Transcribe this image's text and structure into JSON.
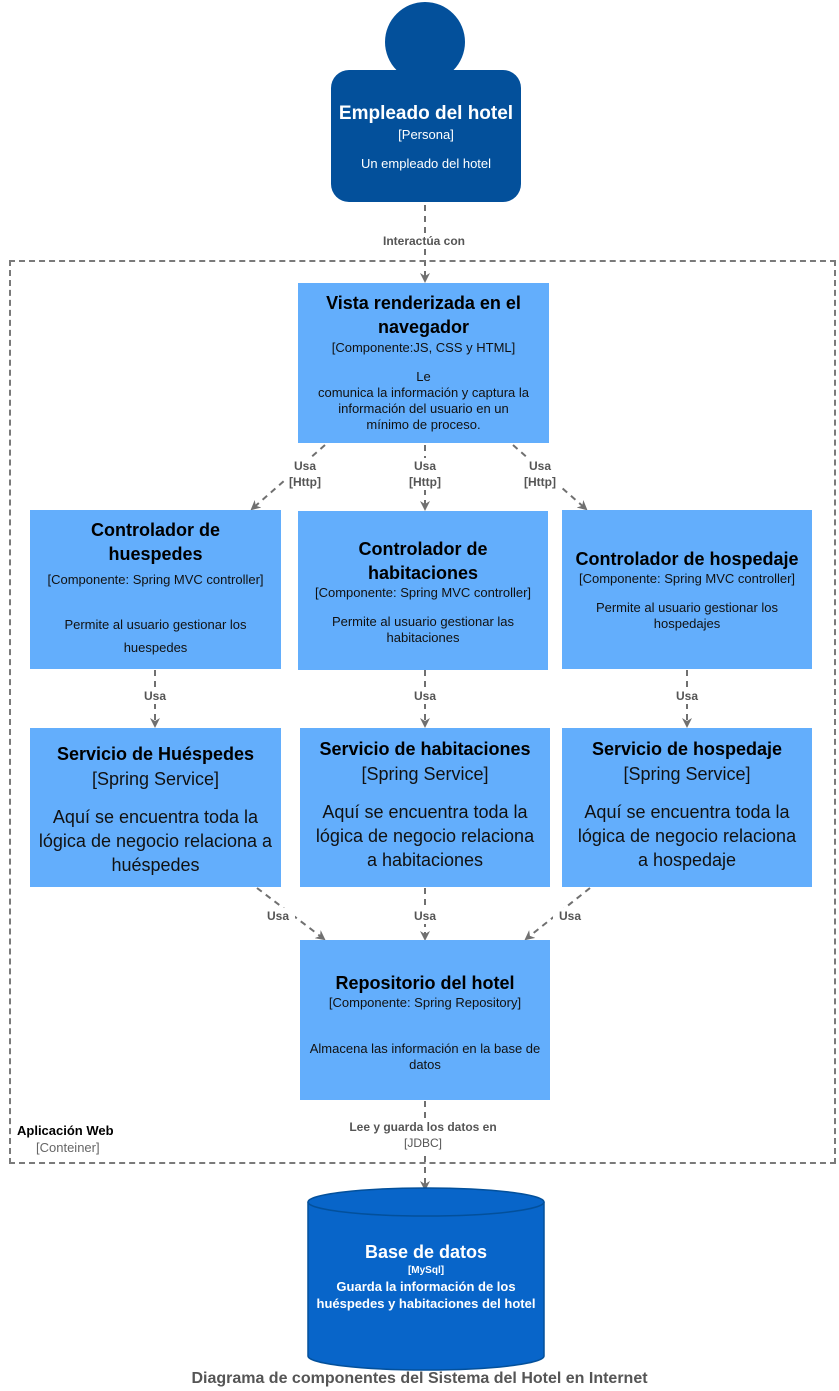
{
  "person": {
    "title": "Empleado del hotel",
    "type": "[Persona]",
    "description": "Un empleado del hotel"
  },
  "boundary": {
    "name": "Aplicación Web",
    "type": "[Conteiner]"
  },
  "view": {
    "title": "Vista renderizada en el navegador",
    "type": "[Componente:JS, CSS y HTML]",
    "description_lines": [
      "Le",
      "comunica la información y captura la",
      "información del usuario en un",
      "mínimo de proceso."
    ]
  },
  "controllers": [
    {
      "title": "Controlador de huespedes",
      "type": "[Componente: Spring MVC controller]",
      "description": "Permite al usuario gestionar los huespedes"
    },
    {
      "title": "Controlador de habitaciones",
      "type": "[Componente: Spring MVC controller]",
      "description": "Permite al usuario gestionar las habitaciones"
    },
    {
      "title": "Controlador de hospedaje",
      "type": "[Componente: Spring MVC controller]",
      "description": "Permite al usuario gestionar los hospedajes"
    }
  ],
  "services": [
    {
      "title": "Servicio de Huéspedes",
      "type": "[Spring Service]",
      "description": "Aquí se encuentra toda la lógica de negocio relaciona a huéspedes"
    },
    {
      "title": "Servicio de habitaciones",
      "type": "[Spring Service]",
      "description": "Aquí se encuentra toda la lógica de negocio relaciona a habitaciones"
    },
    {
      "title": "Servicio de hospedaje",
      "type": "[Spring Service]",
      "description": "Aquí se encuentra toda la lógica de negocio relaciona a hospedaje"
    }
  ],
  "repository": {
    "title": "Repositorio del hotel",
    "type": "[Componente: Spring Repository]",
    "description": "Almacena las información en la base de datos"
  },
  "database": {
    "title": "Base de datos",
    "type": "[MySql]",
    "description": "Guarda la información de los huéspedes y habitaciones del hotel"
  },
  "edges": {
    "interact": "Interactúa con",
    "usa": "Usa",
    "http": "[Http]",
    "jdbc_label": "Lee y guarda los datos en",
    "jdbc_tech": "[JDBC]"
  },
  "colors": {
    "person": "#03509b",
    "component": "#63aefc",
    "database": "#0865c9",
    "arrow": "#707070"
  },
  "footer": "Diagrama de componentes del Sistema del Hotel en Internet"
}
